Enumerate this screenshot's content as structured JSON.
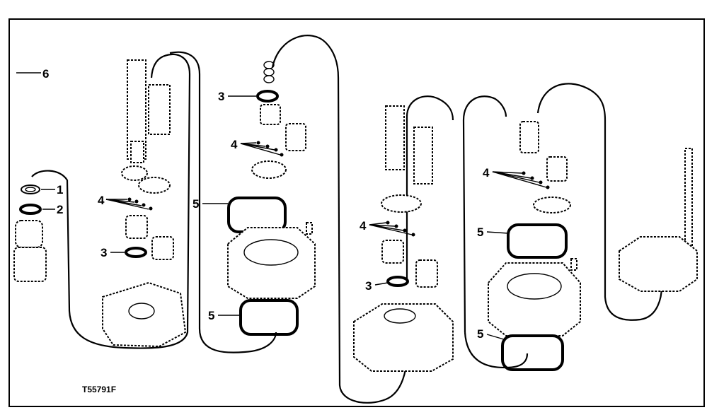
{
  "callouts": {
    "c1": "1",
    "c2": "2",
    "c3a": "3",
    "c3b": "3",
    "c3c": "3",
    "c4a": "4",
    "c4b": "4",
    "c4c": "4",
    "c4d": "4",
    "c5a": "5",
    "c5b": "5",
    "c5c": "5",
    "c5d": "5",
    "c6": "6"
  },
  "figure_ref": "T55791F"
}
